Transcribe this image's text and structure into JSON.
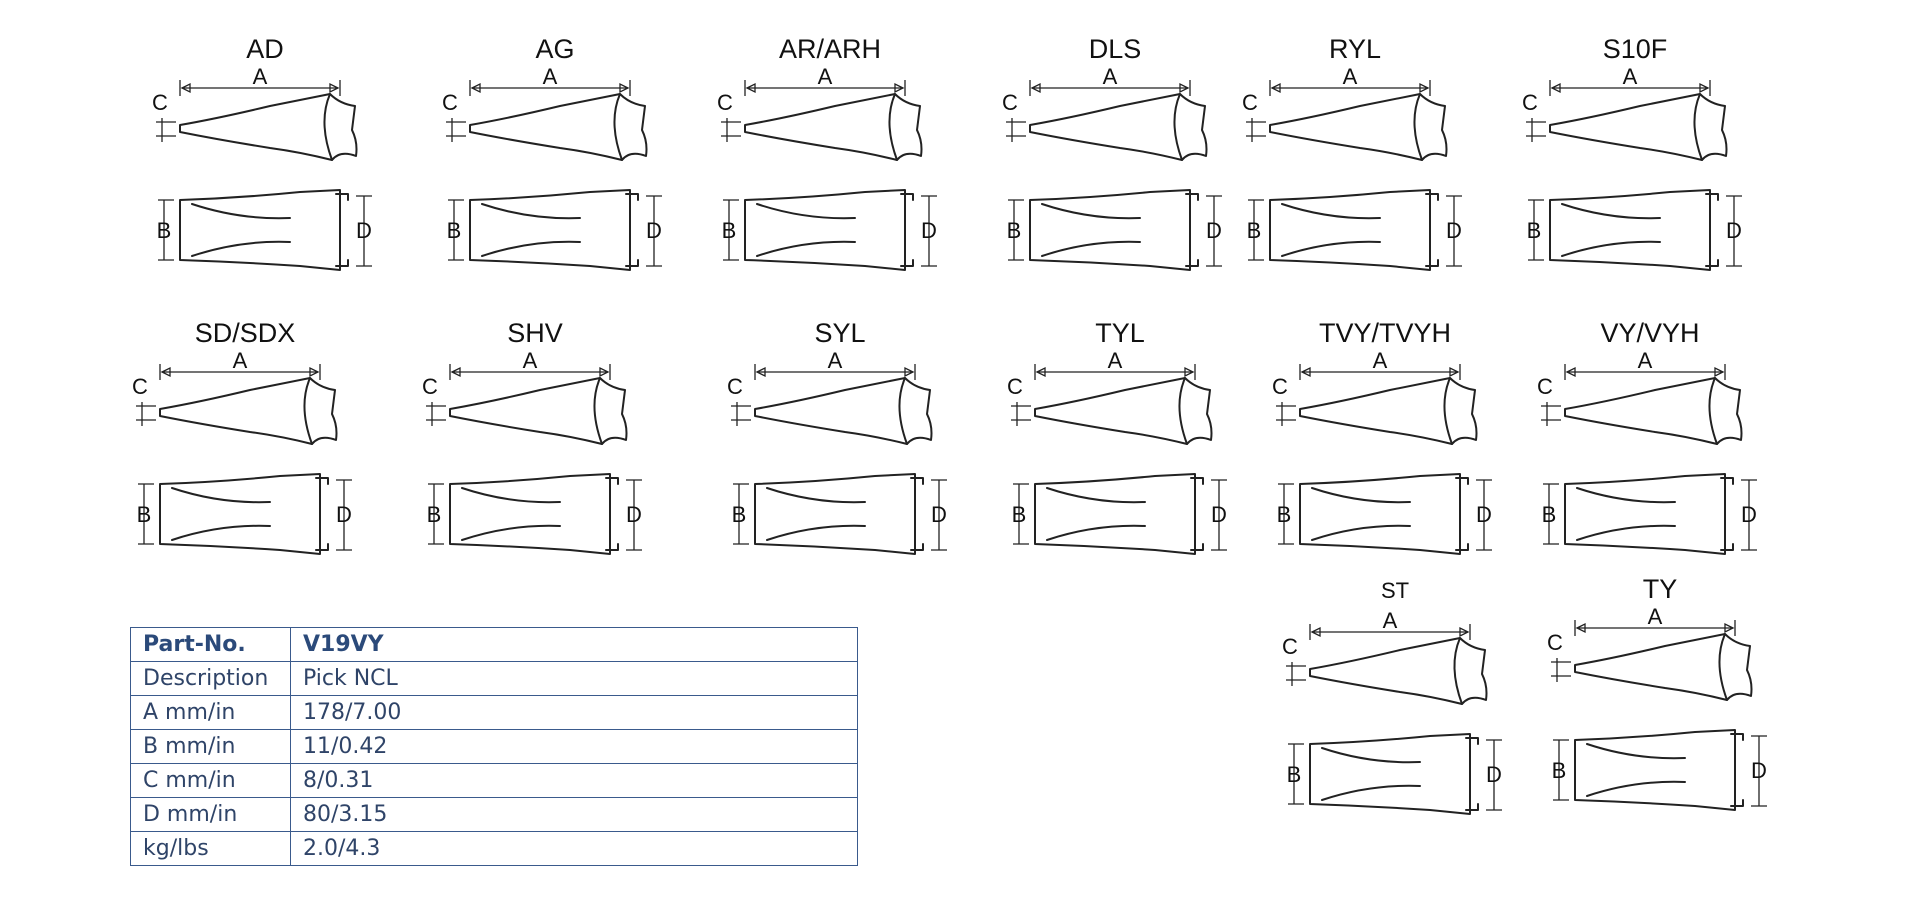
{
  "diagrams": [
    {
      "id": "ad",
      "title": "AD"
    },
    {
      "id": "ag",
      "title": "AG"
    },
    {
      "id": "ar",
      "title": "AR/ARH"
    },
    {
      "id": "dls",
      "title": "DLS"
    },
    {
      "id": "ryl",
      "title": "RYL"
    },
    {
      "id": "s10f",
      "title": "S10F"
    },
    {
      "id": "sd",
      "title": "SD/SDX"
    },
    {
      "id": "shv",
      "title": "SHV"
    },
    {
      "id": "syl",
      "title": "SYL"
    },
    {
      "id": "tyl",
      "title": "TYL"
    },
    {
      "id": "tvy",
      "title": "TVY/TVYH"
    },
    {
      "id": "vy",
      "title": "VY/VYH"
    },
    {
      "id": "st",
      "title": "ST"
    },
    {
      "id": "ty",
      "title": "TY"
    }
  ],
  "dim_labels": {
    "a": "A",
    "b": "B",
    "c": "C",
    "d": "D"
  },
  "spec_table": {
    "rows": [
      {
        "label": "Part-No.",
        "value": "V19VY"
      },
      {
        "label": "Description",
        "value": "Pick NCL"
      },
      {
        "label": "A mm/in",
        "value": "178/7.00"
      },
      {
        "label": "B mm/in",
        "value": "11/0.42"
      },
      {
        "label": "C mm/in",
        "value": "8/0.31"
      },
      {
        "label": "D mm/in",
        "value": "80/3.15"
      },
      {
        "label": "kg/lbs",
        "value": "2.0/4.3"
      }
    ]
  }
}
